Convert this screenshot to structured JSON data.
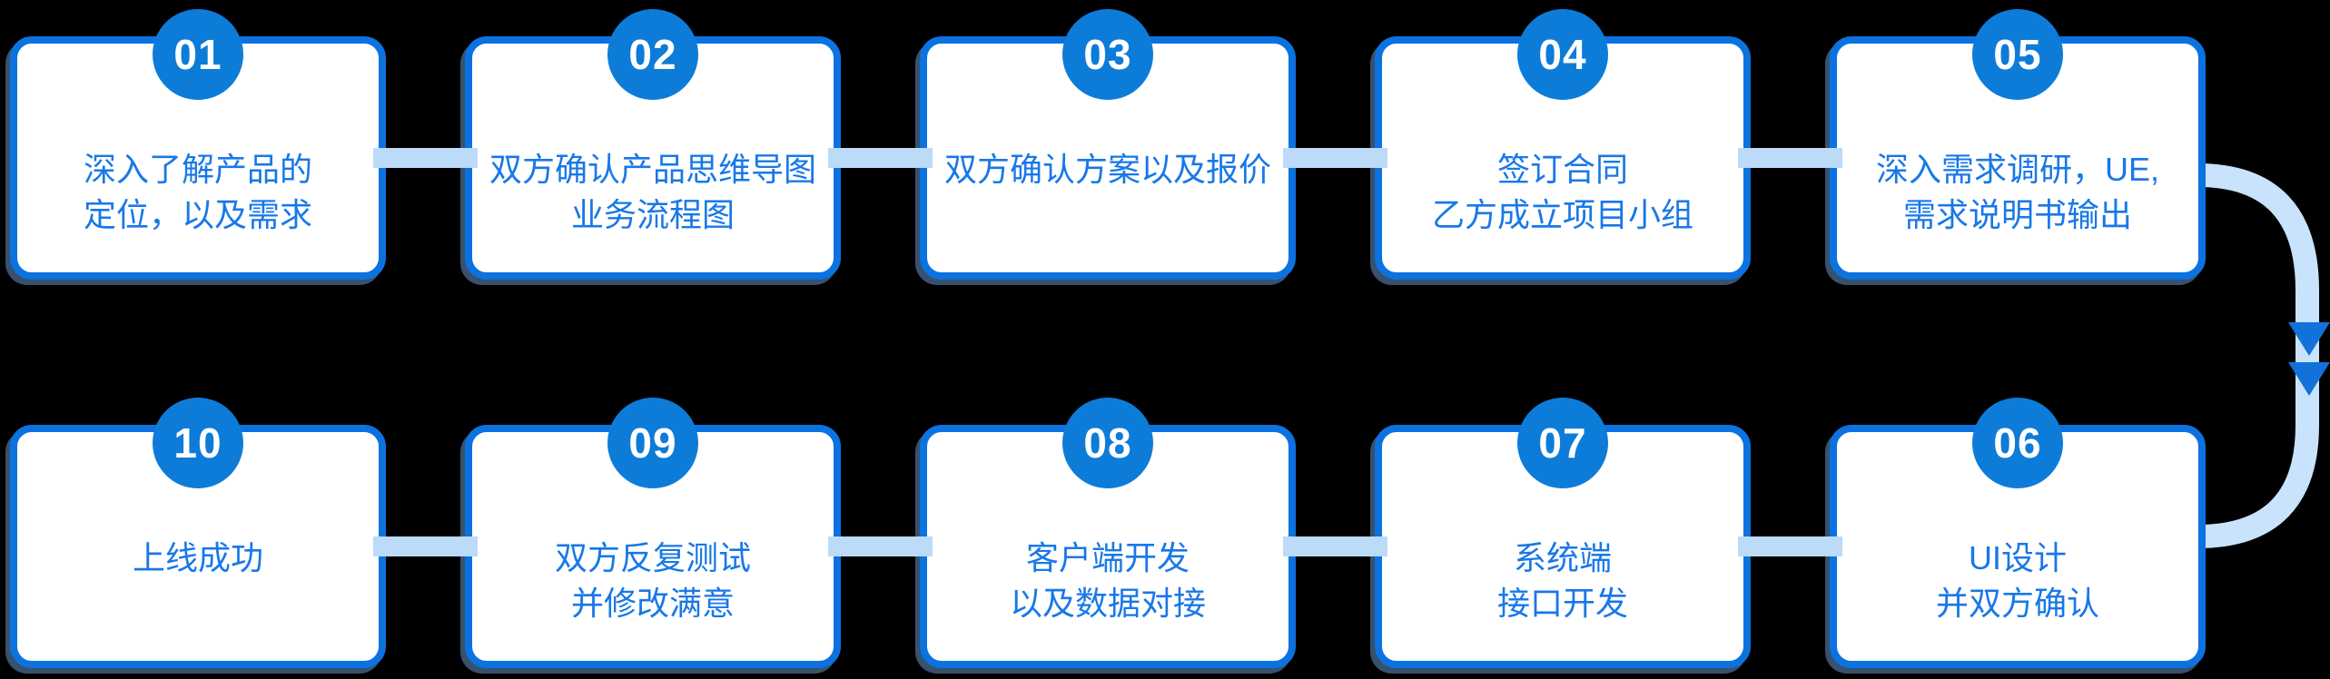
{
  "colors": {
    "background": "#000000",
    "card_bg": "#FFFFFF",
    "card_border": "#0C72DF",
    "badge_bg": "#0D7CD9",
    "badge_text": "#FFFFFF",
    "step_text": "#1878E8",
    "connector": "#BBDBF9",
    "arrow_curve": "#C8E3FB",
    "arrowhead": "#1371DA"
  },
  "rows": [
    {
      "steps": [
        {
          "number": "01",
          "lines": [
            "深入了解产品的",
            "定位，以及需求"
          ]
        },
        {
          "number": "02",
          "lines": [
            "双方确认产品思维导图",
            "业务流程图"
          ]
        },
        {
          "number": "03",
          "lines": [
            "双方确认方案以及报价"
          ]
        },
        {
          "number": "04",
          "lines": [
            "签订合同",
            "乙方成立项目小组"
          ]
        },
        {
          "number": "05",
          "lines": [
            "深入需求调研，UE,",
            "需求说明书输出"
          ]
        }
      ]
    },
    {
      "steps": [
        {
          "number": "10",
          "lines": [
            "上线成功"
          ]
        },
        {
          "number": "09",
          "lines": [
            "双方反复测试",
            "并修改满意"
          ]
        },
        {
          "number": "08",
          "lines": [
            "客户端开发",
            "以及数据对接"
          ]
        },
        {
          "number": "07",
          "lines": [
            "系统端",
            "接口开发"
          ]
        },
        {
          "number": "06",
          "lines": [
            "UI设计",
            "并双方确认"
          ]
        }
      ]
    }
  ],
  "arrow": {
    "from_step": "05",
    "to_step": "06",
    "direction": "down",
    "arrowheads": 2
  }
}
